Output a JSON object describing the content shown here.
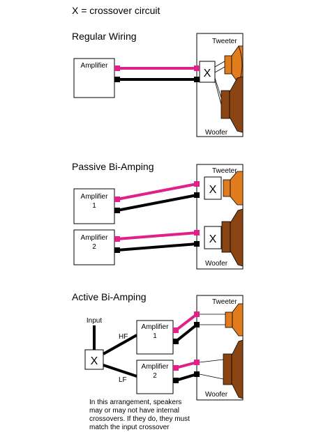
{
  "legend": "X = crossover circuit",
  "sections": {
    "regular": {
      "title": "Regular Wiring",
      "amplifier": "Amplifier",
      "crossover": "X",
      "tweeter": "Tweeter",
      "woofer": "Woofer"
    },
    "passive": {
      "title": "Passive Bi-Amping",
      "amp1_line1": "Amplifier",
      "amp1_line2": "1",
      "amp2_line1": "Amplifier",
      "amp2_line2": "2",
      "crossover_top": "X",
      "crossover_bottom": "X",
      "tweeter": "Tweeter",
      "woofer": "Woofer"
    },
    "active": {
      "title": "Active Bi-Amping",
      "input": "Input",
      "crossover": "X",
      "hf": "HF",
      "lf": "LF",
      "amp1_line1": "Amplifier",
      "amp1_line2": "1",
      "amp2_line1": "Amplifier",
      "amp2_line2": "2",
      "tweeter": "Tweeter",
      "woofer": "Woofer",
      "note_lines": [
        "In this arrangement, speakers",
        "may or may not have internal",
        "crossovers.  If they do, they must",
        "match the input crossover"
      ]
    }
  },
  "colors": {
    "positive_wire": "#e0218a",
    "negative_wire": "#000000",
    "tweeter_orange": "#e07b1e",
    "woofer_brown": "#8b4513"
  }
}
